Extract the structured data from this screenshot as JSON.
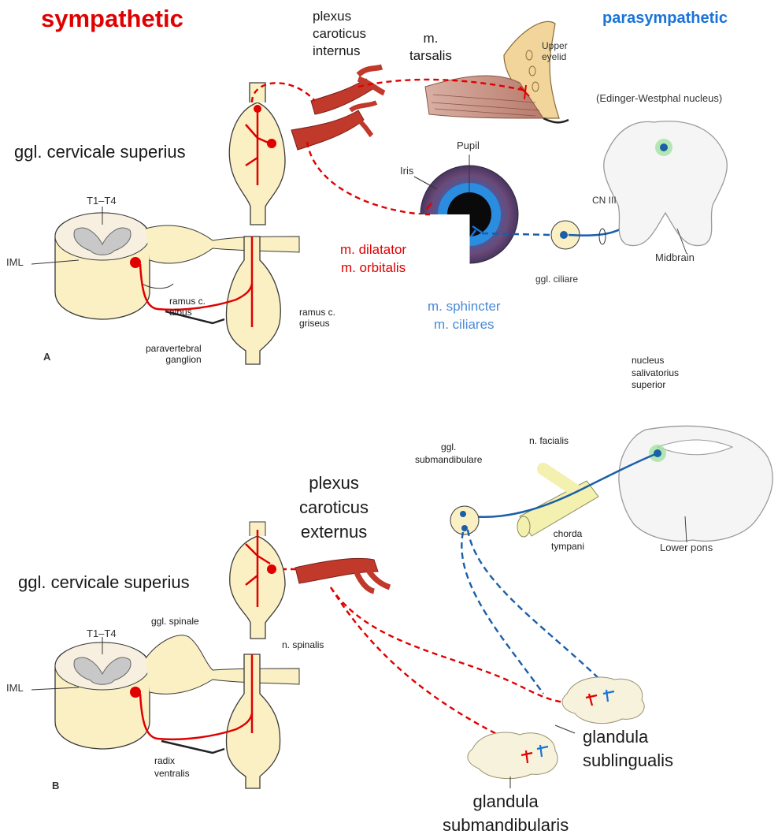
{
  "titles": {
    "sympathetic": "sympathetic",
    "parasympathetic": "parasympathetic"
  },
  "colors": {
    "sympathetic": "#e00000",
    "parasympathetic": "#1a73d9",
    "nerve_blue": "#2b6cb0",
    "tissue": "#fbf0c4",
    "outline": "#3a3a3a"
  },
  "panel_a": {
    "letter": "A",
    "plexus": [
      "plexus",
      "caroticus",
      "internus"
    ],
    "tarsalis": [
      "m.",
      "tarsalis"
    ],
    "upper_eyelid": [
      "Upper",
      "eyelid"
    ],
    "edinger": "(Edinger-Westphal nucleus)",
    "ggl_cervicale": "ggl. cervicale superius",
    "pupil": "Pupil",
    "iris": "Iris",
    "cn3": "CN III",
    "t1t4": "T1–T4",
    "iml": "IML",
    "dilatator": [
      "m. dilatator",
      "m. orbitalis"
    ],
    "midbrain": "Midbrain",
    "ggl_ciliare": "ggl. ciliare",
    "ramus_albus": [
      "ramus c.",
      "albus"
    ],
    "ramus_griseus": [
      "ramus c.",
      "griseus"
    ],
    "sphincter": [
      "m. sphincter",
      "m. ciliares"
    ],
    "paravertebral": [
      "paravertebral",
      "ganglion"
    ]
  },
  "panel_b": {
    "letter": "B",
    "nucleus_sal": [
      "nucleus",
      "salivatorius",
      "superior"
    ],
    "ggl_submand": [
      "ggl.",
      "submandibulare"
    ],
    "n_facialis": "n. facialis",
    "plexus": [
      "plexus",
      "caroticus",
      "externus"
    ],
    "chorda": [
      "chorda",
      "tympani"
    ],
    "lower_pons": "Lower pons",
    "ggl_cervicale": "ggl. cervicale superius",
    "ggl_spinale": "ggl. spinale",
    "t1t4": "T1–T4",
    "n_spinalis": "n. spinalis",
    "iml": "IML",
    "gl_sublingualis": [
      "glandula",
      "sublingualis"
    ],
    "radix": [
      "radix",
      "ventralis"
    ],
    "gl_submandibularis": [
      "glandula",
      "submandibularis"
    ]
  }
}
